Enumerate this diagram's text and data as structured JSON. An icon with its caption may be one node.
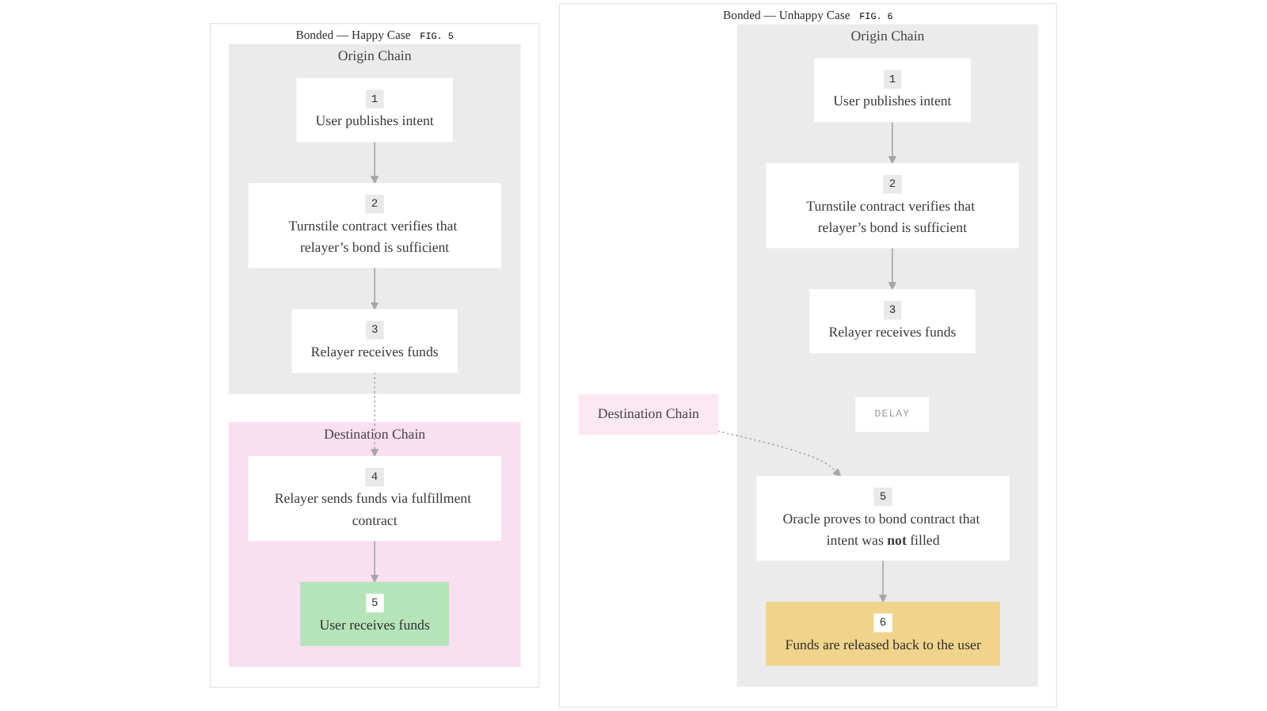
{
  "diagram": {
    "nodes": [
      {
        "text": [
          "Bonded — Happy Case",
          "FIG. 5"
        ]
      },
      {
        "text": [
          "Origin Chain"
        ],
        "in": 0
      },
      {
        "text": [
          "1",
          "User publishes intent"
        ],
        "in": 1
      },
      {
        "text": [
          "2",
          "Turnstile contract verifies that relayer’s bond is sufficient"
        ],
        "in": 1
      },
      {
        "text": [
          "3",
          "Relayer receives funds"
        ],
        "in": 1
      },
      {
        "text": [
          "Destination Chain"
        ],
        "in": 0
      },
      {
        "text": [
          "4",
          "Relayer sends funds via fulfillment contract"
        ],
        "in": 5
      },
      {
        "text": [
          "5",
          "User receives funds"
        ],
        "in": 5
      },
      {
        "text": [
          "Bonded — Unhappy Case",
          "FIG. 6"
        ]
      },
      {
        "text": [
          "Origin Chain"
        ],
        "in": 8
      },
      {
        "text": [
          "1",
          "User publishes intent"
        ],
        "in": 9
      },
      {
        "text": [
          "2",
          "Turnstile contract verifies that relayer’s bond is sufficient"
        ],
        "in": 9
      },
      {
        "text": [
          "3",
          "Relayer receives funds"
        ],
        "in": 9
      },
      {
        "text": [
          "DELAY"
        ],
        "in": 9
      },
      {
        "text": [
          "5",
          "Oracle proves to bond contract that intent was **not** filled"
        ],
        "in": 9
      },
      {
        "text": [
          "6",
          "Funds are released back to the user"
        ],
        "in": 9
      },
      {
        "text": [
          "Destination Chain"
        ],
        "in": 8
      }
    ],
    "edges": [
      {
        "from": 2,
        "to": 3,
        "arrow": "to"
      },
      {
        "from": 3,
        "to": 4,
        "arrow": "to"
      },
      {
        "from": 4,
        "to": 6,
        "arrow": "to",
        "style": "dashed"
      },
      {
        "from": 6,
        "to": 7,
        "arrow": "to"
      },
      {
        "from": 10,
        "to": 11,
        "arrow": "to"
      },
      {
        "from": 11,
        "to": 12,
        "arrow": "to"
      },
      {
        "from": 16,
        "to": 14,
        "arrow": "to",
        "style": "dashed"
      },
      {
        "from": 14,
        "to": 15,
        "arrow": "to"
      }
    ]
  }
}
